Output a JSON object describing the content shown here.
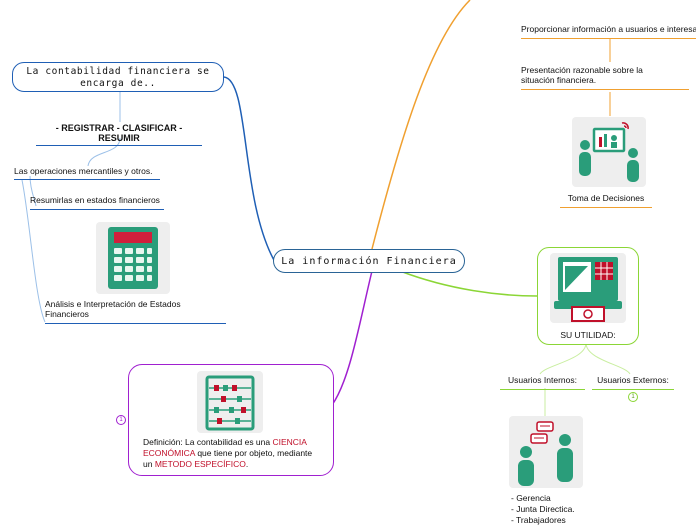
{
  "center": {
    "title": "La información Financiera"
  },
  "top_left": {
    "title": "La contabilidad financiera se encarga de..",
    "steps": "- REGISTRAR - CLASIFICAR - RESUMIR",
    "operations": "Las operaciones mercantiles y otros.",
    "summarize": "Resumirlas en estados financieros",
    "analysis": "Análisis e Interpretación  de Estados Financieros"
  },
  "definition": {
    "prefix": "Definición: La contabilidad es una ",
    "highlight1": "CIENCIA ECONÓMICA",
    "middle": " que tiene por objeto, mediante un ",
    "highlight2": "METODO ESPECÍFICO",
    "suffix": ".",
    "marker": "1"
  },
  "top_right": {
    "item1": "Proporcionar información a usuarios e interesados",
    "item2": "Presentación razonable sobre la situación financiera.",
    "decision": "Toma de Decisiones"
  },
  "utility": {
    "title": "SU UTILIDAD:",
    "internal": "Usuarios Internos:",
    "external": "Usuarios Externos:",
    "external_marker": "1",
    "internal_list": [
      "- Gerencia",
      "- Junta Directica.",
      "- Trabajadores"
    ]
  },
  "colors": {
    "blue": "#1f5fb5",
    "orange": "#f0a030",
    "purple": "#a020d0",
    "green": "#8bd636",
    "teal": "#2a9d7a",
    "red": "#c0102a"
  },
  "icons": [
    "calculator-icon",
    "abacus-icon",
    "presentation-icon",
    "atm-icon",
    "chat-people-icon"
  ]
}
